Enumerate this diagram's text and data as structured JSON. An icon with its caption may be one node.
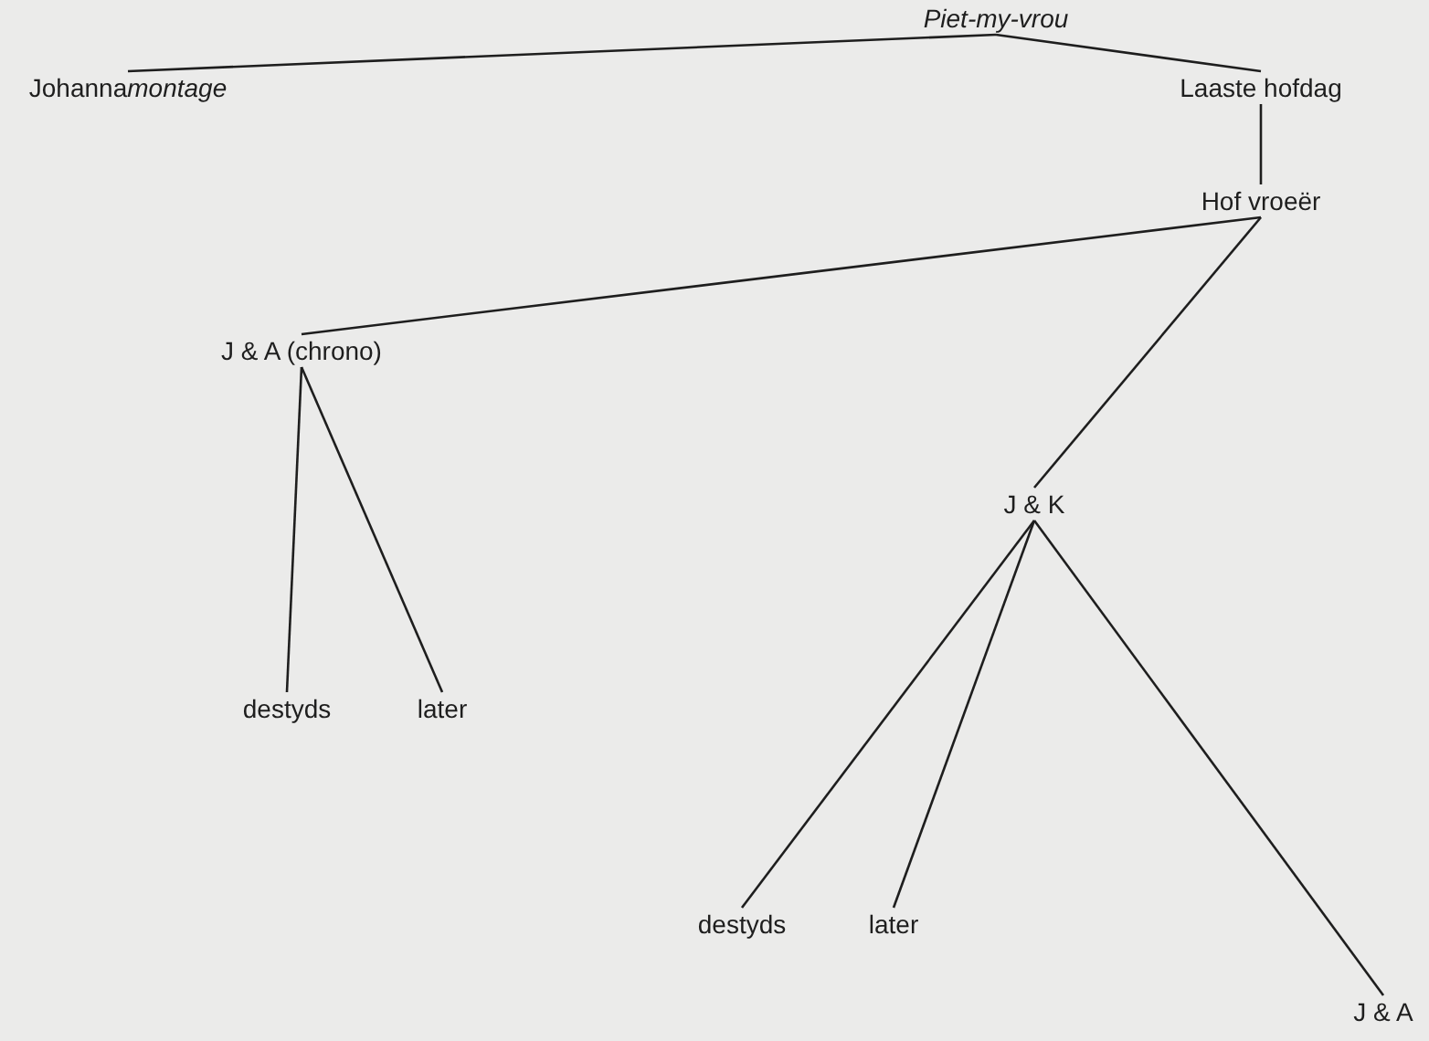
{
  "diagram": {
    "nodes": [
      {
        "text": [
          "Piet-my-vrou"
        ]
      },
      {
        "text": [
          "Johanna",
          "montage"
        ]
      },
      {
        "text": [
          "Laaste hofdag"
        ]
      },
      {
        "text": [
          "Hof vroeër"
        ]
      },
      {
        "text": [
          "J & A (chrono)"
        ]
      },
      {
        "text": [
          "J & K"
        ]
      },
      {
        "text": [
          "destyds"
        ]
      },
      {
        "text": [
          "later"
        ]
      },
      {
        "text": [
          "destyds"
        ]
      },
      {
        "text": [
          "later"
        ]
      },
      {
        "text": [
          "J & A"
        ]
      }
    ],
    "edges": [
      {
        "from": 0,
        "to": 1,
        "arrow": "none"
      },
      {
        "from": 0,
        "to": 2,
        "arrow": "none"
      },
      {
        "from": 2,
        "to": 3,
        "arrow": "none"
      },
      {
        "from": 3,
        "to": 4,
        "arrow": "none"
      },
      {
        "from": 3,
        "to": 5,
        "arrow": "none"
      },
      {
        "from": 4,
        "to": 6,
        "arrow": "none"
      },
      {
        "from": 4,
        "to": 7,
        "arrow": "none"
      },
      {
        "from": 5,
        "to": 8,
        "arrow": "none"
      },
      {
        "from": 5,
        "to": 9,
        "arrow": "none"
      },
      {
        "from": 5,
        "to": 10,
        "arrow": "none"
      }
    ]
  }
}
